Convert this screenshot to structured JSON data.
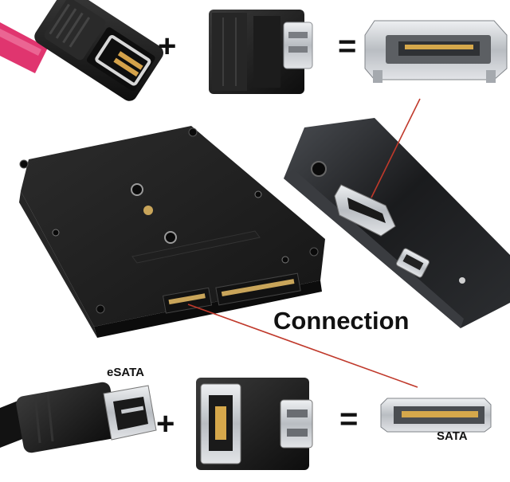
{
  "labels": {
    "plus_top": "+",
    "equals_top": "=",
    "connection": "Connection",
    "esata": "eSATA",
    "plus_bottom": "+",
    "equals_bottom": "=",
    "sata": "SATA"
  },
  "colors": {
    "cable_pink": "#e0356f",
    "connector_black": "#1a1a1a",
    "metal_silver": "#c9ccd0",
    "enclosure_dark": "#141414",
    "callout_red": "#c0392b"
  }
}
